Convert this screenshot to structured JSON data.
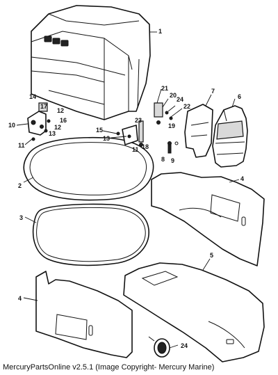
{
  "caption": "MercuryPartsOnline v2.5.1 (Image Copyright- Mercury Marine)",
  "callouts": {
    "c1": "1",
    "c2": "2",
    "c3": "3",
    "c4a": "4",
    "c4b": "4",
    "c5": "5",
    "c6": "6",
    "c7": "7",
    "c8": "8",
    "c9": "9",
    "c10": "10",
    "c11a": "11",
    "c11b": "11",
    "c12a": "12",
    "c12b": "12",
    "c13a": "13",
    "c13b": "13",
    "c14": "14",
    "c15": "15",
    "c16": "16",
    "c17": "17",
    "c18": "18",
    "c19": "19",
    "c20": "20",
    "c21": "21",
    "c22": "22",
    "c23": "23",
    "c24a": "24",
    "c24b": "24"
  }
}
